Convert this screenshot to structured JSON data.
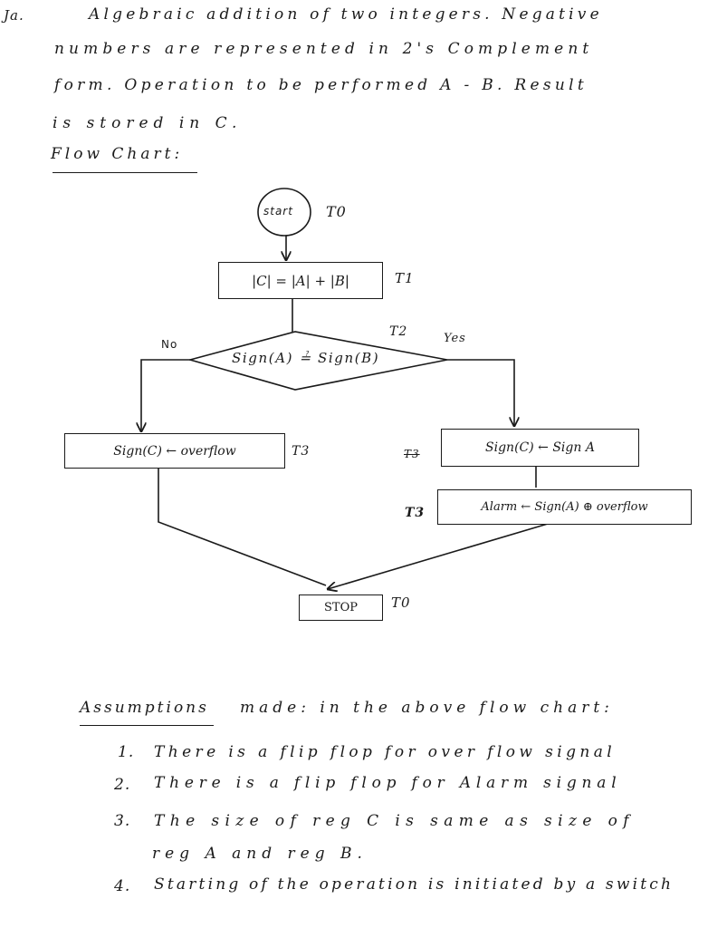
{
  "problem": {
    "number": "Ja.",
    "line1": "Algebraic addition of two integers. Negative",
    "line2": "numbers are represented in 2's Complement",
    "line3": "form. Operation to be performed A - B. Result",
    "line4": "is stored in C."
  },
  "flow_chart_heading": "Flow Chart:",
  "flowchart": {
    "start": "start",
    "t0_top": "T0",
    "step1": "|C| = |A| + |B|",
    "t1": "T1",
    "decision": "Sign(A) ≟ Sign(B)",
    "t2": "T2",
    "no": "No",
    "yes": "Yes",
    "left_box": "Sign(C) ← overflow",
    "t3_left": "T3",
    "right_box1": "Sign(C) ← Sign A",
    "t3_crossed": "T3",
    "right_box2": "Alarm ← Sign(A) ⊕ overflow",
    "t3_right": "T3",
    "stop": "STOP",
    "t0_bottom": "T0"
  },
  "assumptions": {
    "heading": "Assumptions",
    "heading_rest": "made: in the above flow chart:",
    "items": [
      {
        "num": "1.",
        "text": "There is a flip flop for over flow signal"
      },
      {
        "num": "2.",
        "text": "There is a flip flop for Alarm signal"
      },
      {
        "num": "3.",
        "text": "The size of reg C is same as size of"
      },
      {
        "num": "",
        "text": "reg A and reg B."
      },
      {
        "num": "4.",
        "text": "Starting of the operation is initiated by a switch"
      }
    ]
  }
}
